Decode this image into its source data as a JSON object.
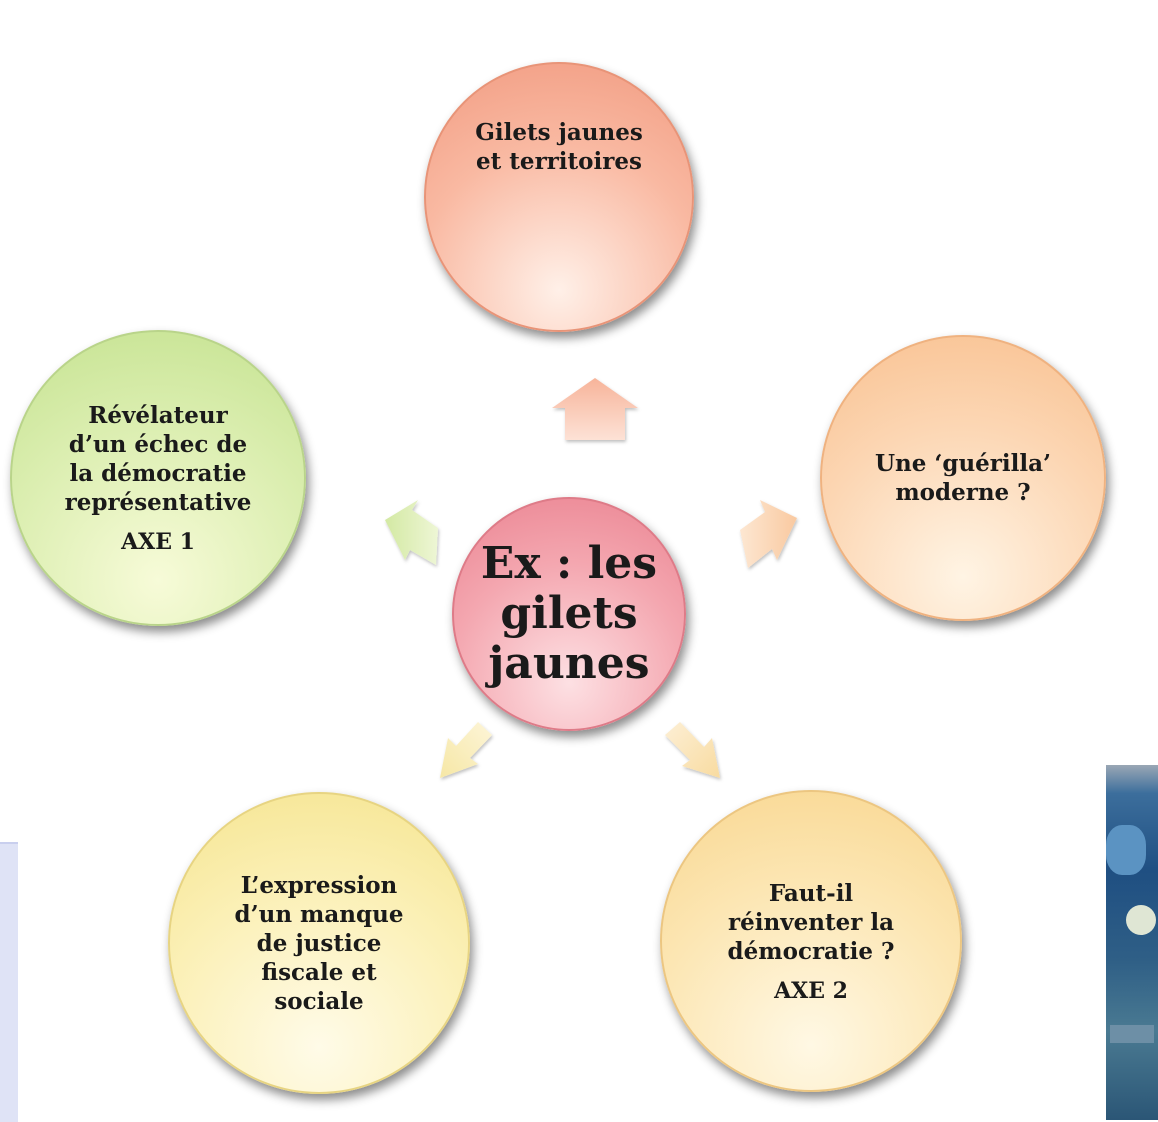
{
  "diagram": {
    "center": {
      "label": "Ex : les\ngilets\njaunes"
    },
    "nodes": [
      {
        "id": "top",
        "label": "Gilets jaunes\net territoires",
        "axe": ""
      },
      {
        "id": "left",
        "label": "Révélateur\nd’un échec de\nla démocratie\nreprésentative",
        "axe": "AXE 1"
      },
      {
        "id": "right",
        "label": "Une ‘guérilla’\nmoderne ?",
        "axe": ""
      },
      {
        "id": "bottom-left",
        "label": "L’expression\nd’un manque\nde justice\nfiscale et\nsociale",
        "axe": ""
      },
      {
        "id": "bottom-right",
        "label": "Faut-il\nréinventer la\ndémocratie ?",
        "axe": "AXE 2"
      }
    ],
    "colors": {
      "top": "#f7a98f",
      "left": "#d3e9a3",
      "right": "#fbcaa0",
      "center": "#f09aa5",
      "bottom-left": "#f8eba6",
      "bottom-right": "#fadea2"
    }
  }
}
